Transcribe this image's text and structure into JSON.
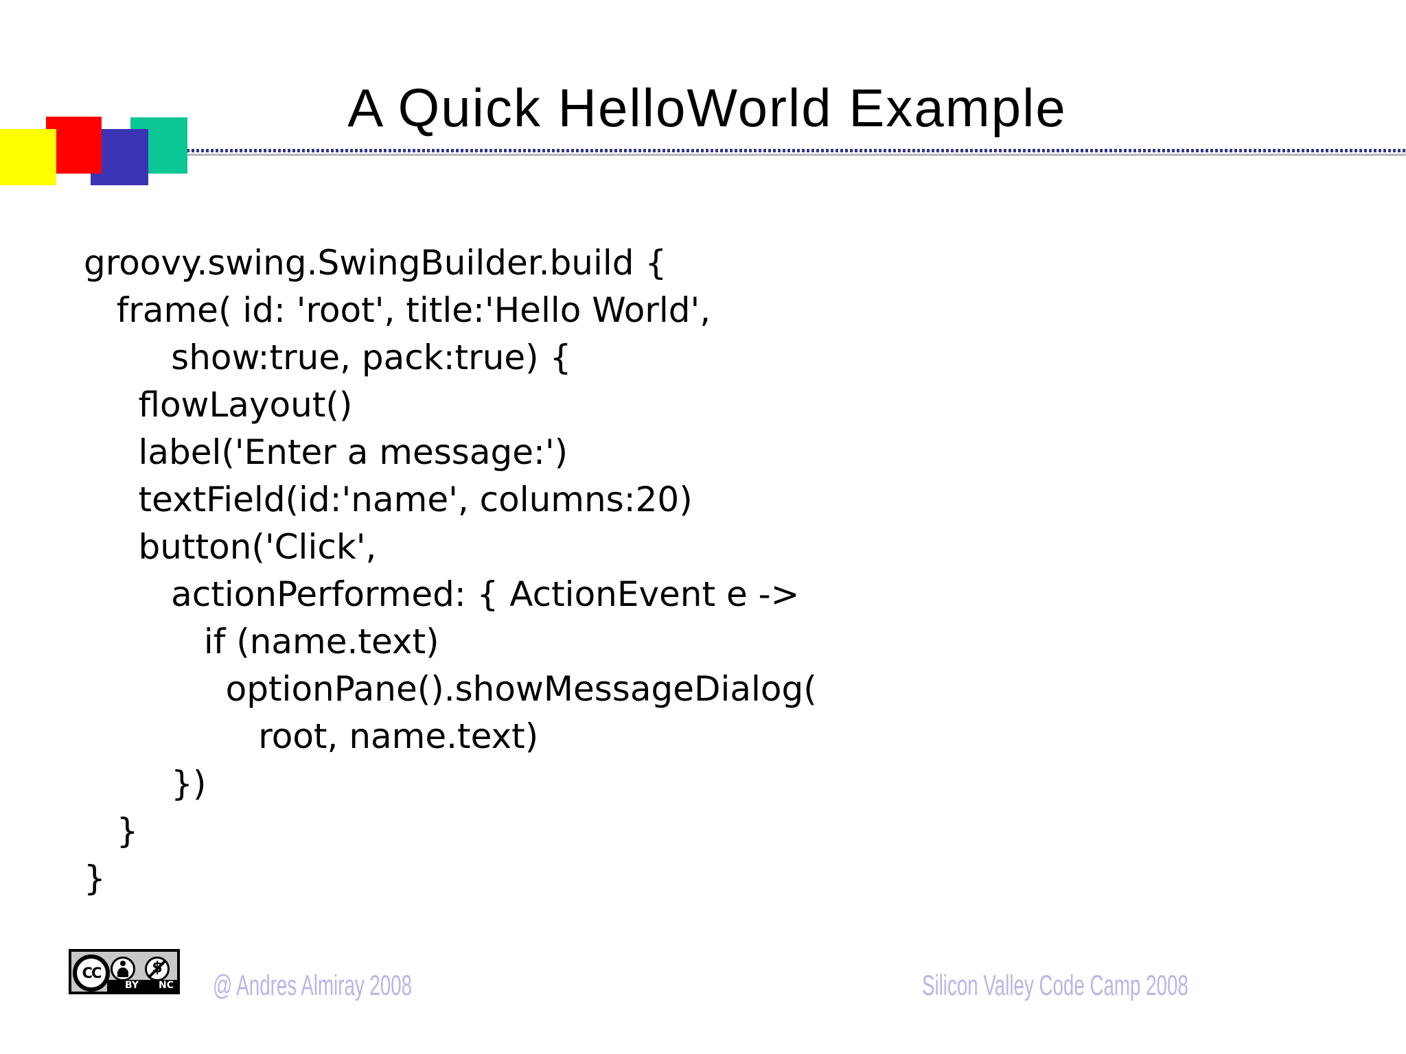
{
  "slide": {
    "title": "A Quick HelloWorld Example",
    "logo_squares": [
      {
        "name": "yellow",
        "color": "#ffff00"
      },
      {
        "name": "red",
        "color": "#fe0000"
      },
      {
        "name": "blue",
        "color": "#3b35b5"
      },
      {
        "name": "teal",
        "color": "#0bc795"
      }
    ],
    "divider": {
      "dot_color": "#32328f",
      "shadow_color": "#b8b8b8"
    },
    "code_lines": [
      "groovy.swing.SwingBuilder.build {",
      "   frame( id: 'root', title:'Hello World',",
      "        show:true, pack:true) {",
      "     flowLayout()",
      "     label('Enter a message:')",
      "     textField(id:'name', columns:20)",
      "     button('Click',",
      "        actionPerformed: { ActionEvent e ->",
      "           if (name.text)",
      "             optionPane().showMessageDialog(",
      "                root, name.text)",
      "        })",
      "   }",
      "}"
    ],
    "footer": {
      "left_credit": "@ Andres Almiray 2008",
      "right_credit": "Silicon Valley Code Camp 2008",
      "text_color": "#b6b6ea",
      "license_badge": {
        "cc": "CC",
        "by": "BY",
        "nc": "NC",
        "nc_symbol": "$"
      }
    }
  }
}
